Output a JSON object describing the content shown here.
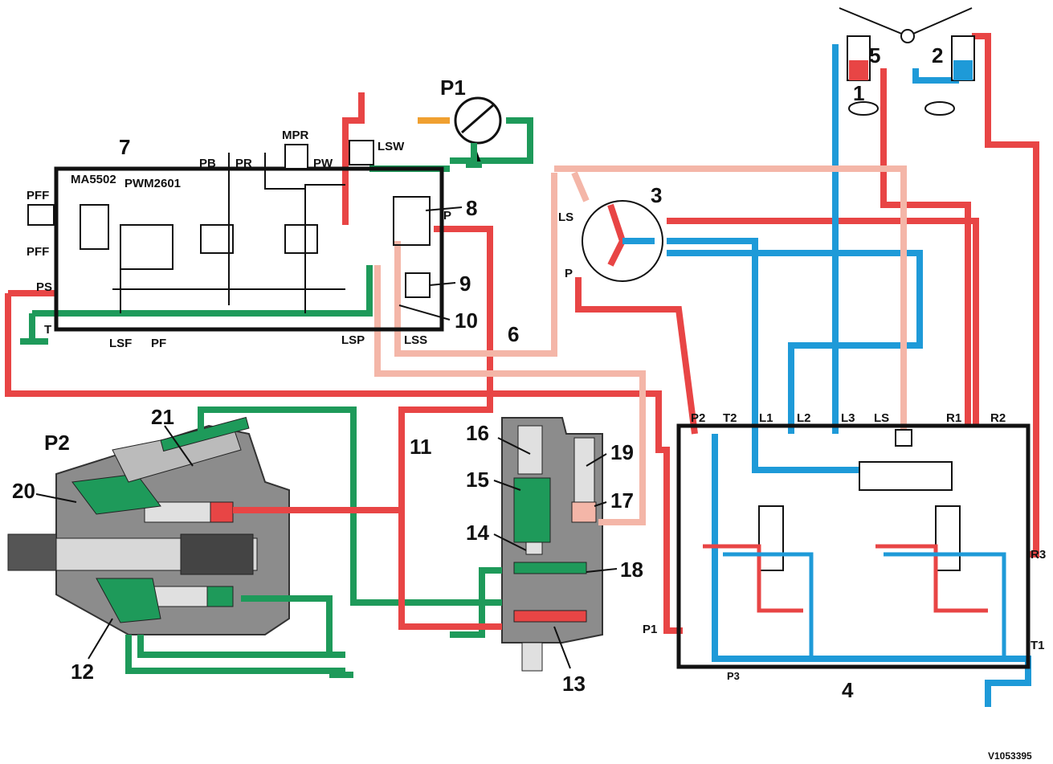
{
  "colors": {
    "pressure": "#e84545",
    "return": "#1e9ad8",
    "drain": "#1e9a5a",
    "load_sense": "#f4b6a8",
    "feed": "#f0a030",
    "housing": "#8c8c8c"
  },
  "components": {
    "pump_p1": "P1",
    "pump_p2": "P2",
    "c1": "1",
    "c2": "2",
    "c3": "3",
    "c4": "4",
    "c5": "5",
    "c6": "6",
    "c7": "7",
    "c8": "8",
    "c9": "9",
    "c10": "10",
    "c11": "11",
    "c12": "12",
    "c13": "13",
    "c14": "14",
    "c15": "15",
    "c16": "16",
    "c17": "17",
    "c18": "18",
    "c19": "19",
    "c20": "20",
    "c21": "21"
  },
  "block7": {
    "ma": "MA5502",
    "pwm": "PWM2601",
    "pff_top": "PFF",
    "pff_bottom": "PFF",
    "ps": "PS",
    "t": "T",
    "lsf": "LSF",
    "pf": "PF",
    "lsp": "LSP",
    "lss": "LSS",
    "pb": "PB",
    "pr": "PR",
    "mpr": "MPR",
    "pw": "PW",
    "lsw": "LSW",
    "p": "P"
  },
  "steering_unit": {
    "ls": "LS",
    "p": "P"
  },
  "block4": {
    "p2": "P2",
    "t2": "T2",
    "l1": "L1",
    "l2": "L2",
    "l3": "L3",
    "ls": "LS",
    "r1": "R1",
    "r2": "R2",
    "r3": "R3",
    "p1": "P1",
    "t1": "T1",
    "p3": "P3"
  },
  "reference": "V1053395"
}
